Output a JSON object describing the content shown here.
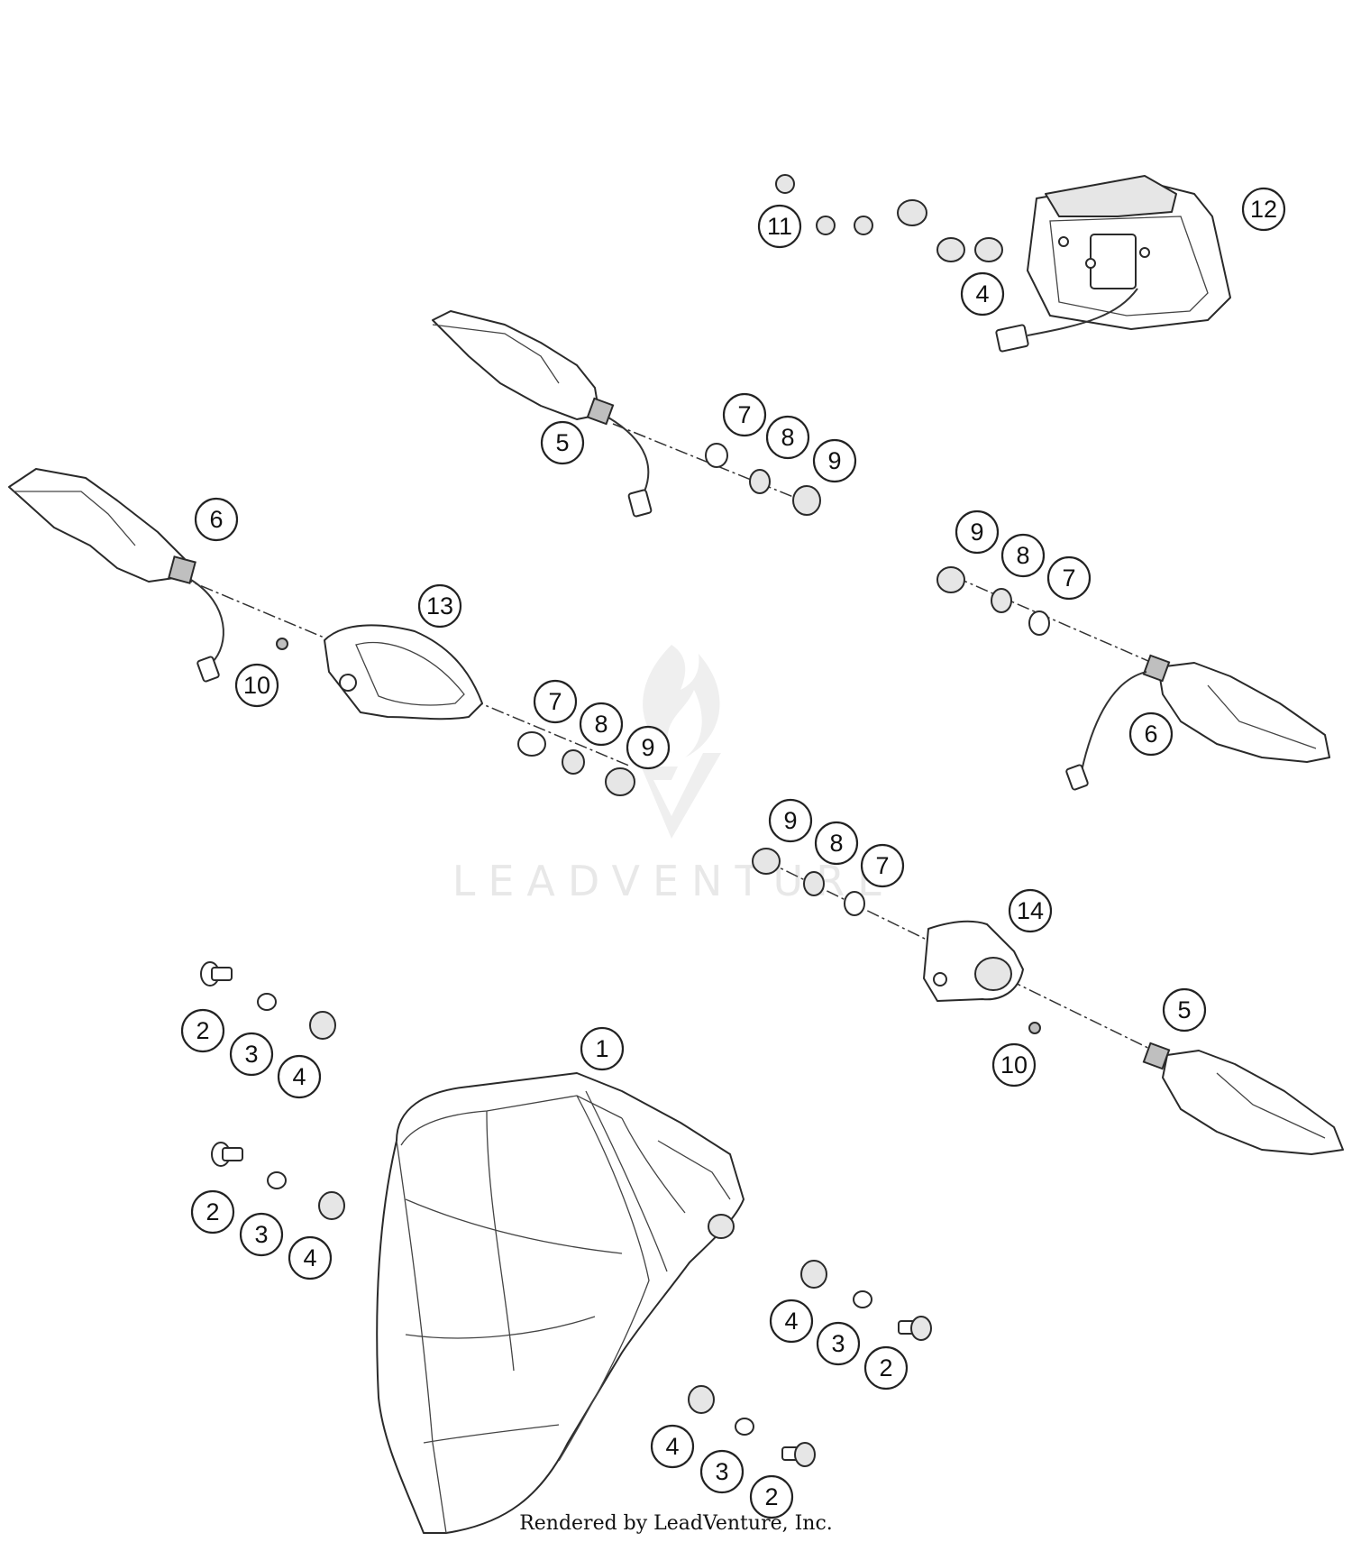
{
  "diagram": {
    "callouts": [
      {
        "label": "1"
      },
      {
        "label": "2"
      },
      {
        "label": "3"
      },
      {
        "label": "4"
      },
      {
        "label": "2"
      },
      {
        "label": "3"
      },
      {
        "label": "4"
      },
      {
        "label": "4"
      },
      {
        "label": "3"
      },
      {
        "label": "2"
      },
      {
        "label": "4"
      },
      {
        "label": "3"
      },
      {
        "label": "2"
      },
      {
        "label": "5"
      },
      {
        "label": "7"
      },
      {
        "label": "8"
      },
      {
        "label": "9"
      },
      {
        "label": "6"
      },
      {
        "label": "13"
      },
      {
        "label": "10"
      },
      {
        "label": "7"
      },
      {
        "label": "8"
      },
      {
        "label": "9"
      },
      {
        "label": "9"
      },
      {
        "label": "8"
      },
      {
        "label": "7"
      },
      {
        "label": "6"
      },
      {
        "label": "9"
      },
      {
        "label": "8"
      },
      {
        "label": "7"
      },
      {
        "label": "14"
      },
      {
        "label": "5"
      },
      {
        "label": "10"
      },
      {
        "label": "11"
      },
      {
        "label": "12"
      },
      {
        "label": "4"
      }
    ]
  },
  "watermark": {
    "text": "LEADVENTURE"
  },
  "footer": {
    "text": "Rendered by LeadVenture, Inc."
  }
}
